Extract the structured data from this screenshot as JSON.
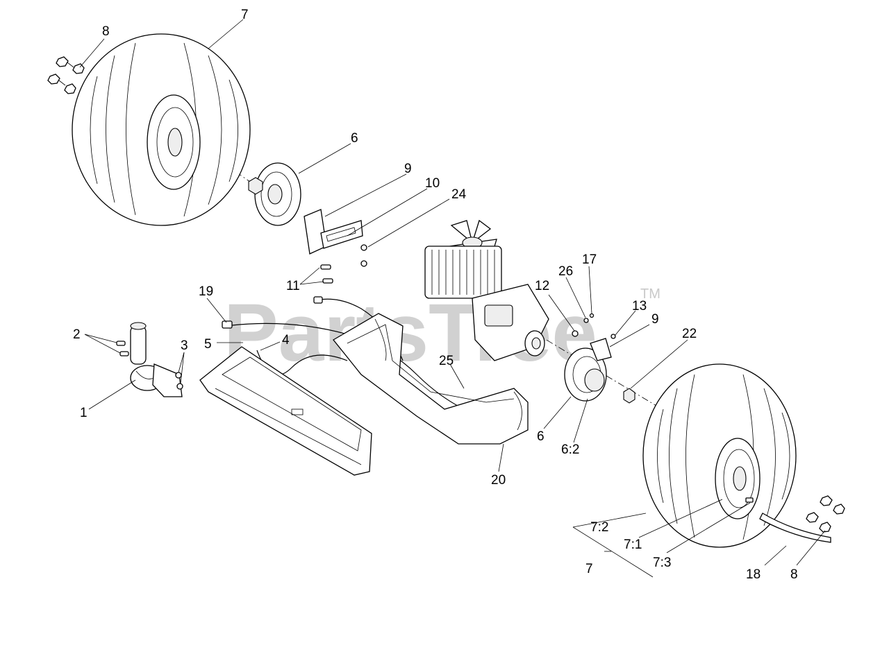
{
  "watermark": {
    "text": "PartsTree",
    "tm": "TM"
  },
  "callouts": [
    {
      "id": "c-7-top",
      "text": "7"
    },
    {
      "id": "c-8-top",
      "text": "8"
    },
    {
      "id": "c-6-top",
      "text": "6"
    },
    {
      "id": "c-9-top",
      "text": "9"
    },
    {
      "id": "c-10",
      "text": "10"
    },
    {
      "id": "c-24",
      "text": "24"
    },
    {
      "id": "c-11",
      "text": "11"
    },
    {
      "id": "c-19",
      "text": "19"
    },
    {
      "id": "c-2",
      "text": "2"
    },
    {
      "id": "c-3",
      "text": "3"
    },
    {
      "id": "c-5",
      "text": "5"
    },
    {
      "id": "c-4",
      "text": "4"
    },
    {
      "id": "c-1",
      "text": "1"
    },
    {
      "id": "c-25",
      "text": "25"
    },
    {
      "id": "c-20",
      "text": "20"
    },
    {
      "id": "c-12",
      "text": "12"
    },
    {
      "id": "c-26",
      "text": "26"
    },
    {
      "id": "c-17",
      "text": "17"
    },
    {
      "id": "c-13",
      "text": "13"
    },
    {
      "id": "c-9-right",
      "text": "9"
    },
    {
      "id": "c-22",
      "text": "22"
    },
    {
      "id": "c-6-right",
      "text": "6"
    },
    {
      "id": "c-6-2",
      "text": "6:2"
    },
    {
      "id": "c-7-2",
      "text": "7:2"
    },
    {
      "id": "c-7-1",
      "text": "7:1"
    },
    {
      "id": "c-7-3",
      "text": "7:3"
    },
    {
      "id": "c-7-bottom",
      "text": "7"
    },
    {
      "id": "c-18",
      "text": "18"
    },
    {
      "id": "c-8-bottom",
      "text": "8"
    }
  ]
}
